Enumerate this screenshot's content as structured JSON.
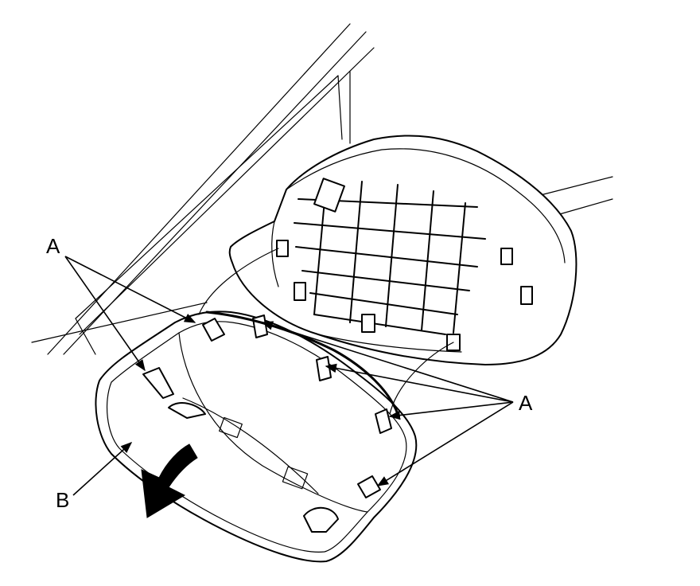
{
  "diagram": {
    "callouts": {
      "clip_label_left": "A",
      "clip_label_right": "A",
      "cover_label": "B"
    },
    "colors": {
      "line": "#000000",
      "background": "#ffffff"
    }
  }
}
